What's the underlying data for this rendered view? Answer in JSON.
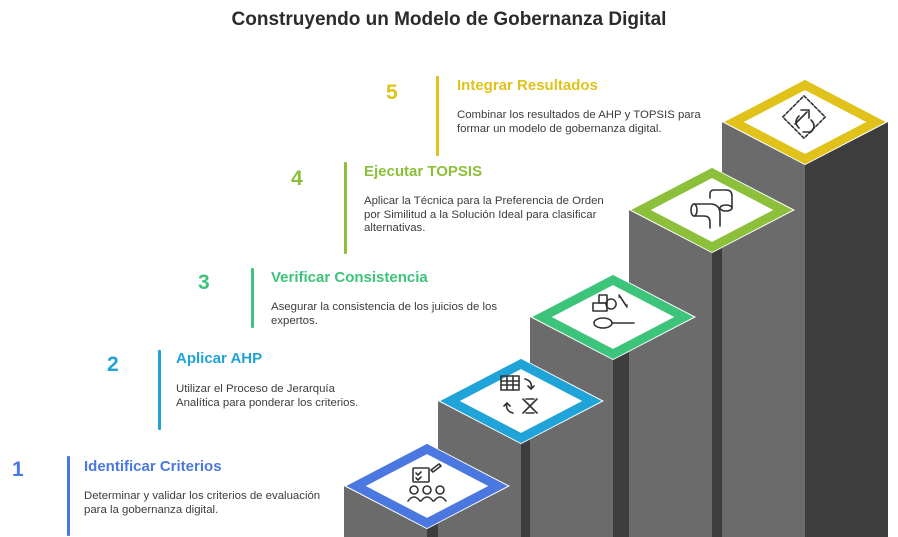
{
  "title": "Construyendo un Modelo de Gobernanza Digital",
  "colors": {
    "step1": "#4a78e0",
    "step2": "#1fa3d8",
    "step3": "#3cc47a",
    "step4": "#8cbf3a",
    "step5": "#e0c21a",
    "stair_dark": "#3d3d3d",
    "stair_mid": "#5a5a5a",
    "stair_front": "#6b6b6b"
  },
  "steps": [
    {
      "number": "1",
      "heading": "Identificar Criterios",
      "description": "Determinar y validar los criterios de evaluación para la gobernanza digital.",
      "icon": "checklist-people-icon"
    },
    {
      "number": "2",
      "heading": "Aplicar AHP",
      "description": "Utilizar el Proceso de Jerarquía Analítica para ponderar los criterios.",
      "icon": "table-transform-icon"
    },
    {
      "number": "3",
      "heading": "Verificar Consistencia",
      "description": "Asegurar la consistencia de los juicios de los expertos.",
      "icon": "measure-percent-icon"
    },
    {
      "number": "4",
      "heading": "Ejecutar TOPSIS",
      "description": "Aplicar la Técnica para la Preferencia de Orden por Similitud a la Solución Ideal para clasificar alternativas.",
      "icon": "pipe-flow-icon"
    },
    {
      "number": "5",
      "heading": "Integrar Resultados",
      "description": "Combinar los resultados de AHP y TOPSIS para formar un modelo de gobernanza digital.",
      "icon": "integrate-arrow-icon"
    }
  ]
}
